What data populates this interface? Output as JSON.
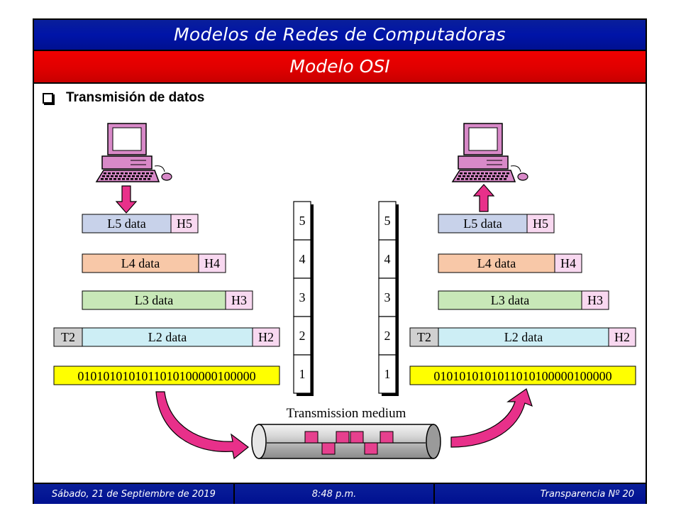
{
  "header": {
    "title": "Modelos de Redes de Computadoras",
    "subtitle": "Modelo OSI"
  },
  "content": {
    "bullet": "Transmisión de datos"
  },
  "diagram": {
    "sender": {
      "layers": [
        {
          "data": "L5 data",
          "header": "H5",
          "color": "#c8d2ea"
        },
        {
          "data": "L4 data",
          "header": "H4",
          "color": "#f8c8a8"
        },
        {
          "data": "L3 data",
          "header": "H3",
          "color": "#c8e8b8"
        },
        {
          "data": "L2 data",
          "header": "H2",
          "trailer": "T2",
          "color": "#cdeef5"
        }
      ],
      "bits": "0101010101011010100000100000"
    },
    "receiver": {
      "layers": [
        {
          "data": "L5 data",
          "header": "H5",
          "color": "#c8d2ea"
        },
        {
          "data": "L4 data",
          "header": "H4",
          "color": "#f8c8a8"
        },
        {
          "data": "L3 data",
          "header": "H3",
          "color": "#c8e8b8"
        },
        {
          "data": "L2 data",
          "header": "H2",
          "trailer": "T2",
          "color": "#cdeef5"
        }
      ],
      "bits": "0101010101011010100000100000"
    },
    "stack_left": [
      "5",
      "4",
      "3",
      "2",
      "1"
    ],
    "stack_right": [
      "5",
      "4",
      "3",
      "2",
      "1"
    ],
    "medium_label": "Transmission medium",
    "colors": {
      "header_box": "#f8d8f0",
      "trailer_box": "#d0d0d0",
      "bits_box": "#ffff00",
      "arrow": "#e8308a"
    }
  },
  "footer": {
    "date": "Sábado, 21 de Septiembre de 2019",
    "time": "8:48 p.m.",
    "slide": "Transparencia Nº 20"
  }
}
